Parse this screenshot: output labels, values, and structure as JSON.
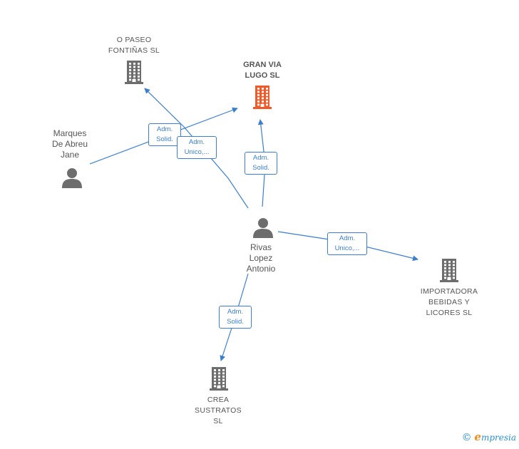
{
  "nodes": {
    "o_paseo": {
      "label": "O PASEO\nFONTIÑAS  SL",
      "type": "company"
    },
    "gran_via": {
      "label": "GRAN VIA\nLUGO  SL",
      "type": "company-highlight"
    },
    "marques": {
      "label": "Marques\nDe Abreu\nJane",
      "type": "person"
    },
    "rivas": {
      "label": "Rivas\nLopez\nAntonio",
      "type": "person"
    },
    "importadora": {
      "label": "IMPORTADORA\nBEBIDAS Y\nLICORES  SL",
      "type": "company"
    },
    "crea": {
      "label": "CREA\nSUSTRATOS\nSL",
      "type": "company"
    }
  },
  "edges": [
    {
      "from": "marques",
      "to": "gran_via",
      "label": "Adm.\nSolid."
    },
    {
      "from": "rivas",
      "to": "o_paseo",
      "label": "Adm.\nUnico,..."
    },
    {
      "from": "rivas",
      "to": "gran_via",
      "label": "Adm.\nSolid."
    },
    {
      "from": "rivas",
      "to": "importadora",
      "label": "Adm.\nUnico,..."
    },
    {
      "from": "rivas",
      "to": "crea",
      "label": "Adm.\nSolid."
    }
  ],
  "colors": {
    "edge": "#3a7fd0",
    "company": "#6d6d6d",
    "highlight": "#f05a28",
    "person": "#6d6d6d"
  },
  "watermark": {
    "copyright": "©",
    "brand_initial": "e",
    "brand_rest": "mpresia"
  }
}
